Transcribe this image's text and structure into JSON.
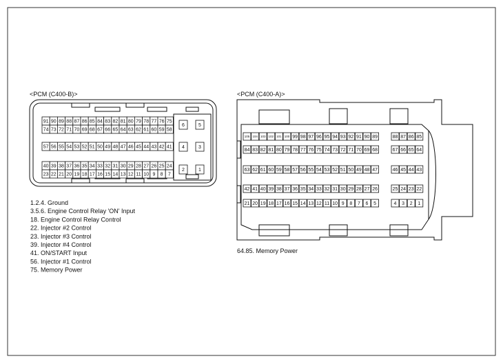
{
  "connector_b": {
    "title": "<PCM (C400-B)>",
    "rows": [
      [
        "91",
        "90",
        "89",
        "88",
        "87",
        "86",
        "85",
        "84",
        "83",
        "82",
        "81",
        "80",
        "79",
        "78",
        "77",
        "76",
        "75"
      ],
      [
        "74",
        "73",
        "72",
        "71",
        "70",
        "69",
        "68",
        "67",
        "66",
        "65",
        "64",
        "63",
        "62",
        "61",
        "60",
        "59",
        "58"
      ],
      [
        "57",
        "56",
        "55",
        "54",
        "53",
        "52",
        "51",
        "50",
        "49",
        "48",
        "47",
        "46",
        "45",
        "44",
        "43",
        "42",
        "41"
      ],
      [
        "40",
        "39",
        "38",
        "37",
        "36",
        "35",
        "34",
        "33",
        "32",
        "31",
        "30",
        "29",
        "28",
        "27",
        "26",
        "25",
        "24"
      ],
      [
        "23",
        "22",
        "21",
        "20",
        "19",
        "18",
        "17",
        "16",
        "15",
        "14",
        "13",
        "12",
        "11",
        "10",
        "9",
        "8",
        "7"
      ]
    ],
    "side_pins": [
      [
        "6",
        "5"
      ],
      [
        "4",
        "3"
      ],
      [
        "2",
        "1"
      ]
    ],
    "legend": [
      "1.2.4. Ground",
      "3.5.6. Engine Control Relay 'ON' Input",
      "18. Engine Control Relay Control",
      "22. Injector #2 Control",
      "23. Injector #3 Control",
      "39. Injector #4 Control",
      "41. ON/START Input",
      "56. Injector #1 Control",
      "75. Memory Power"
    ]
  },
  "connector_a": {
    "title": "<PCM (C400-A)>",
    "rows_left": [
      [
        "105",
        "104",
        "103",
        "102",
        "101",
        "100",
        "99",
        "98",
        "97",
        "96",
        "95",
        "94",
        "93",
        "92",
        "91",
        "90",
        "89"
      ],
      [
        "84",
        "83",
        "82",
        "81",
        "80",
        "79",
        "78",
        "77",
        "76",
        "75",
        "74",
        "73",
        "72",
        "71",
        "70",
        "69",
        "68"
      ],
      [
        "63",
        "62",
        "61",
        "60",
        "59",
        "58",
        "57",
        "56",
        "55",
        "54",
        "53",
        "52",
        "51",
        "50",
        "49",
        "48",
        "47"
      ],
      [
        "42",
        "41",
        "40",
        "39",
        "38",
        "37",
        "36",
        "35",
        "34",
        "33",
        "32",
        "31",
        "30",
        "29",
        "28",
        "27",
        "26"
      ],
      [
        "21",
        "20",
        "19",
        "18",
        "17",
        "16",
        "15",
        "14",
        "13",
        "12",
        "11",
        "10",
        "9",
        "8",
        "7",
        "6",
        "5"
      ]
    ],
    "rows_right": [
      [
        "88",
        "87",
        "86",
        "85"
      ],
      [
        "67",
        "66",
        "65",
        "64"
      ],
      [
        "46",
        "45",
        "44",
        "43"
      ],
      [
        "25",
        "24",
        "23",
        "22"
      ],
      [
        "4",
        "3",
        "2",
        "1"
      ]
    ],
    "legend": [
      "64.85. Memory Power"
    ]
  }
}
